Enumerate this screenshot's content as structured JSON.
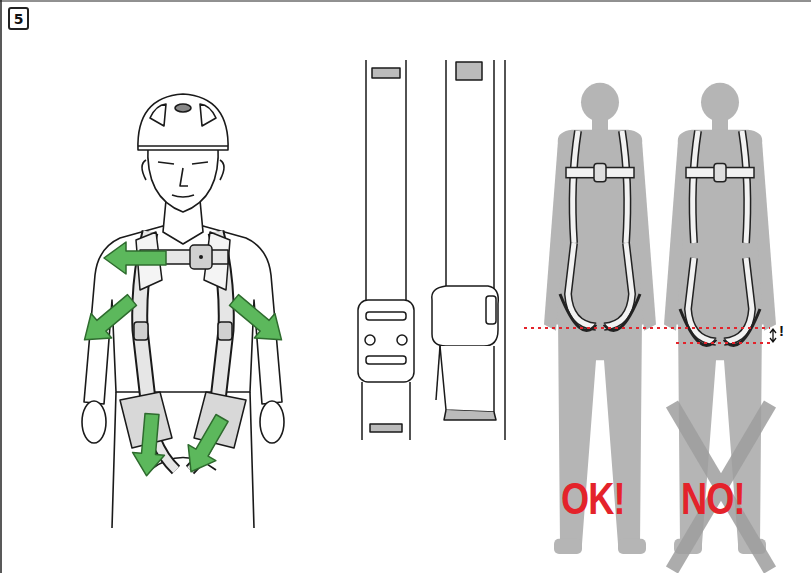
{
  "diagram": {
    "nodes": [
      {
        "text": [
          "5"
        ]
      }
    ],
    "labels": [
      "OK!",
      "NO!",
      "!"
    ]
  }
}
